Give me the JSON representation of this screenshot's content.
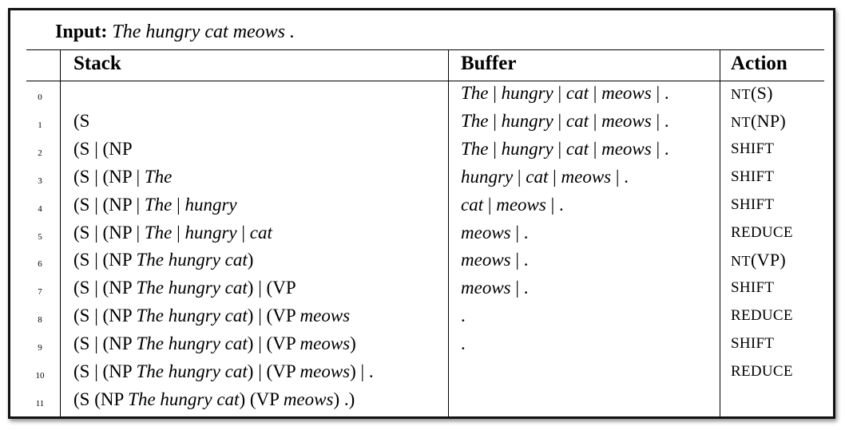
{
  "input": {
    "label": "Input:",
    "text": "The hungry cat meows ."
  },
  "headers": {
    "stack": "Stack",
    "buffer": "Buffer",
    "action": "Action"
  },
  "rows": [
    {
      "index": "0",
      "stack": "",
      "buffer": "<i>The</i> | <i>hungry</i> | <i>cat</i> | <i>meows</i> | .",
      "action": "NT(S)"
    },
    {
      "index": "1",
      "stack": "(S",
      "buffer": "<i>The</i> | <i>hungry</i> | <i>cat</i> | <i>meows</i> | .",
      "action": "NT(NP)"
    },
    {
      "index": "2",
      "stack": "(S | (NP",
      "buffer": "<i>The</i> | <i>hungry</i> | <i>cat</i> | <i>meows</i> | .",
      "action": "SHIFT"
    },
    {
      "index": "3",
      "stack": "(S | (NP | <i>The</i>",
      "buffer": "<i>hungry</i> | <i>cat</i> | <i>meows</i> | .",
      "action": "SHIFT"
    },
    {
      "index": "4",
      "stack": "(S | (NP | <i>The</i> | <i>hungry</i>",
      "buffer": "<i>cat</i> | <i>meows</i> | .",
      "action": "SHIFT"
    },
    {
      "index": "5",
      "stack": "(S | (NP | <i>The</i> | <i>hungry</i> | <i>cat</i>",
      "buffer": "<i>meows</i> | .",
      "action": "REDUCE"
    },
    {
      "index": "6",
      "stack": "(S | (NP <i>The hungry cat</i>)",
      "buffer": "<i>meows</i> | .",
      "action": "NT(VP)"
    },
    {
      "index": "7",
      "stack": "(S | (NP <i>The hungry cat</i>) | (VP",
      "buffer": "<i>meows</i> | .",
      "action": "SHIFT"
    },
    {
      "index": "8",
      "stack": "(S | (NP <i>The hungry cat</i>) | (VP <i>meows</i>",
      "buffer": ".",
      "action": "REDUCE"
    },
    {
      "index": "9",
      "stack": "(S | (NP <i>The hungry cat</i>) | (VP <i>meows</i>)",
      "buffer": ".",
      "action": "SHIFT"
    },
    {
      "index": "10",
      "stack": "(S | (NP <i>The hungry cat</i>) | (VP <i>meows</i>) | .",
      "buffer": "",
      "action": "REDUCE"
    },
    {
      "index": "11",
      "stack": "(S (NP <i>The hungry cat</i>) (VP <i>meows</i>) .)",
      "buffer": "",
      "action": ""
    }
  ]
}
